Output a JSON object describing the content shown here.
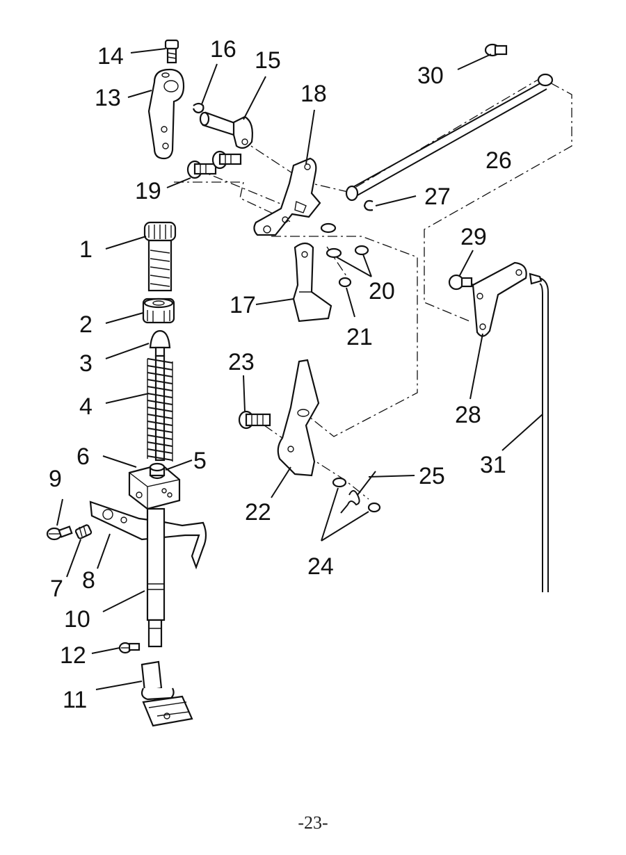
{
  "diagram": {
    "callouts": {
      "c1": "1",
      "c2": "2",
      "c3": "3",
      "c4": "4",
      "c5": "5",
      "c6": "6",
      "c7": "7",
      "c8": "8",
      "c9": "9",
      "c10": "10",
      "c11": "11",
      "c12": "12",
      "c13": "13",
      "c14": "14",
      "c15": "15",
      "c16": "16",
      "c17": "17",
      "c18": "18",
      "c19": "19",
      "c20": "20",
      "c21": "21",
      "c22": "22",
      "c23": "23",
      "c24": "24",
      "c25": "25",
      "c26": "26",
      "c27": "27",
      "c28": "28",
      "c29": "29",
      "c30": "30",
      "c31": "31"
    },
    "page_number": "-23-"
  }
}
